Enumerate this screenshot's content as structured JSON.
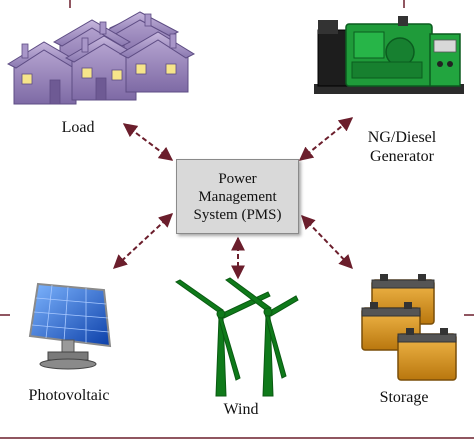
{
  "nodes": {
    "pms": {
      "lines": [
        "Power",
        "Management",
        "System (PMS)"
      ]
    },
    "load": {
      "label": "Load"
    },
    "generator": {
      "lines": [
        "NG/Diesel",
        "Generator"
      ]
    },
    "photovoltaic": {
      "label": "Photovoltaic"
    },
    "wind": {
      "label": "Wind"
    },
    "storage": {
      "label": "Storage"
    }
  },
  "colors": {
    "arrow": "#6b1e2c",
    "frame": "#6b1e2c",
    "pms_fill": "#d9d9d9"
  },
  "icons": [
    "houses-icon",
    "generator-icon",
    "solar-panel-icon",
    "wind-turbine-icon",
    "battery-icon"
  ]
}
